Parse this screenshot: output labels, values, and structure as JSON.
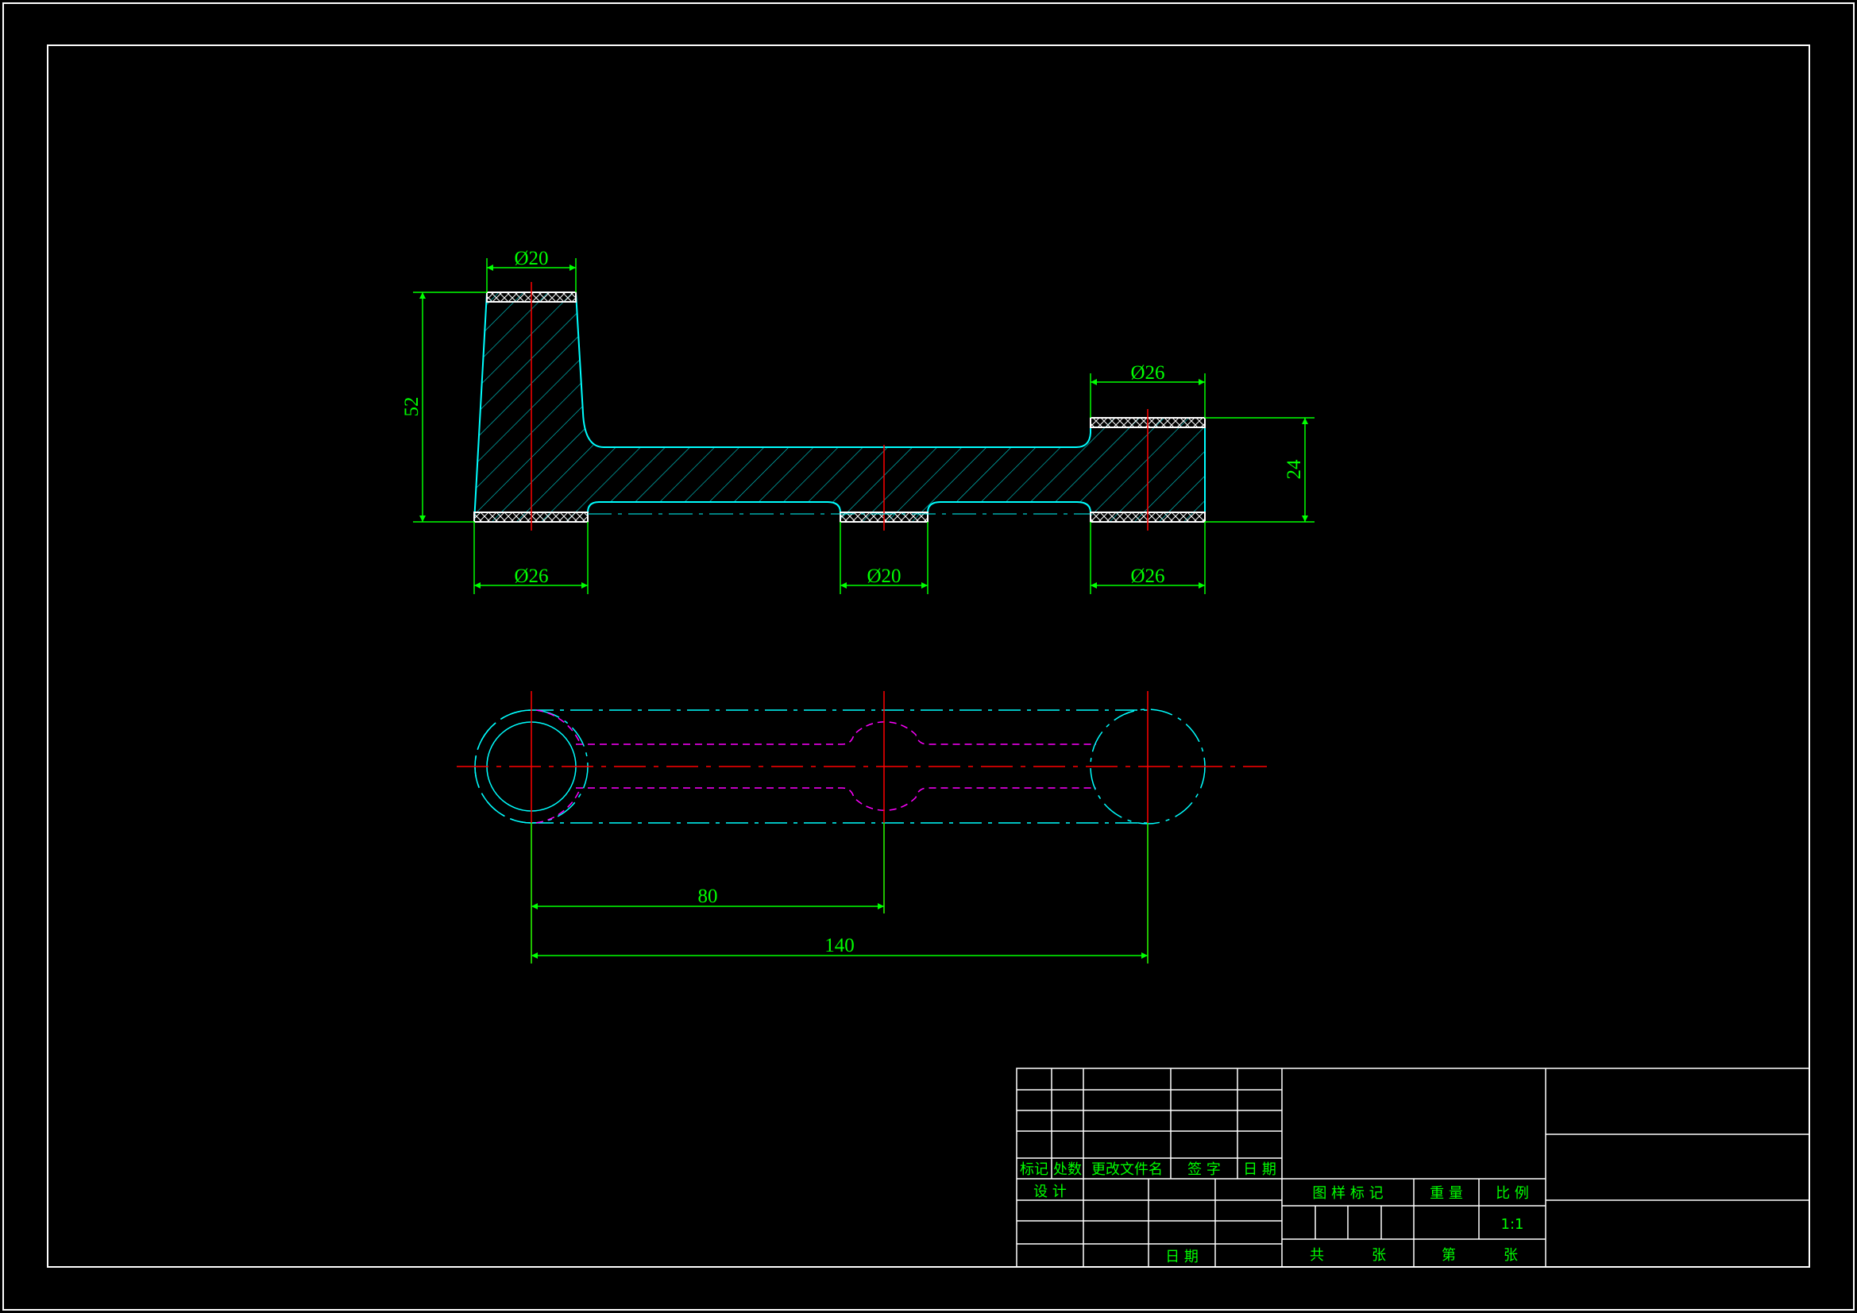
{
  "colors": {
    "background": "#000000",
    "frame": "#ffffff",
    "dimension": "#00ff00",
    "outline": "#00ffff",
    "hatch": "#00c8c8",
    "centerline": "#ff0000",
    "hidden": "#ff00ff",
    "titleblock_text": "#00ff00"
  },
  "front_view": {
    "dimensions": {
      "top_left_boss_dia": "Ø20",
      "top_right_boss_dia": "Ø26",
      "bottom_left_dia": "Ø26",
      "bottom_middle_dia": "Ø20",
      "bottom_right_dia": "Ø26",
      "left_height": "52",
      "right_height": "24"
    }
  },
  "top_view": {
    "dimensions": {
      "center_spacing_1": "80",
      "center_spacing_2": "140"
    }
  },
  "title_block": {
    "mark": "标记",
    "count": "处数",
    "change_doc": "更改文件名",
    "signature": "签  字",
    "date": "日 期",
    "design": "设 计",
    "date2": "日 期",
    "drawing_mark": "图 样 标 记",
    "weight": "重 量",
    "scale_label": "比 例",
    "scale_value": "1:1",
    "total": "共",
    "sheets": "张",
    "sheet_no": "第",
    "sheets2": "张"
  }
}
